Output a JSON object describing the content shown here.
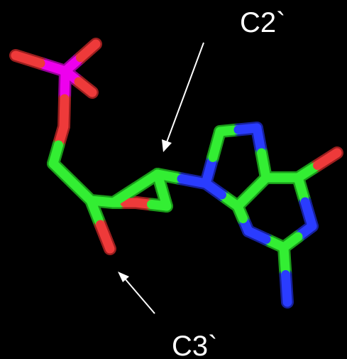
{
  "labels": {
    "c2": "C2`",
    "c3": "C3`"
  },
  "colors": {
    "background": "#000000",
    "carbon": "#33ee33",
    "carbon_shade": "#1a9a1a",
    "oxygen": "#ee3a3a",
    "oxygen_shade": "#9a1e1e",
    "nitrogen": "#2a3cff",
    "nitrogen_shade": "#16209a",
    "phosphorus": "#ee00ee",
    "phosphorus_shade": "#990099",
    "label_text": "#ffffff",
    "arrow": "#ffffff"
  },
  "molecule": {
    "atom_elements": [
      "P",
      "O",
      "O",
      "O",
      "O",
      "C",
      "C",
      "C",
      "O",
      "C",
      "O",
      "C",
      "N",
      "C",
      "N",
      "C",
      "C",
      "C",
      "O",
      "N",
      "C",
      "N",
      "N"
    ],
    "bonds": [
      [
        0,
        1
      ],
      [
        0,
        2
      ],
      [
        0,
        3
      ],
      [
        0,
        4
      ],
      [
        4,
        5
      ],
      [
        5,
        6
      ],
      [
        6,
        7
      ],
      [
        7,
        8
      ],
      [
        8,
        9
      ],
      [
        9,
        11
      ],
      [
        6,
        10
      ],
      [
        11,
        7
      ],
      [
        11,
        12
      ],
      [
        12,
        13
      ],
      [
        13,
        14
      ],
      [
        14,
        15
      ],
      [
        15,
        16
      ],
      [
        16,
        12
      ],
      [
        15,
        17
      ],
      [
        17,
        18
      ],
      [
        17,
        19
      ],
      [
        19,
        20
      ],
      [
        20,
        21
      ],
      [
        21,
        16
      ],
      [
        20,
        22
      ]
    ]
  }
}
